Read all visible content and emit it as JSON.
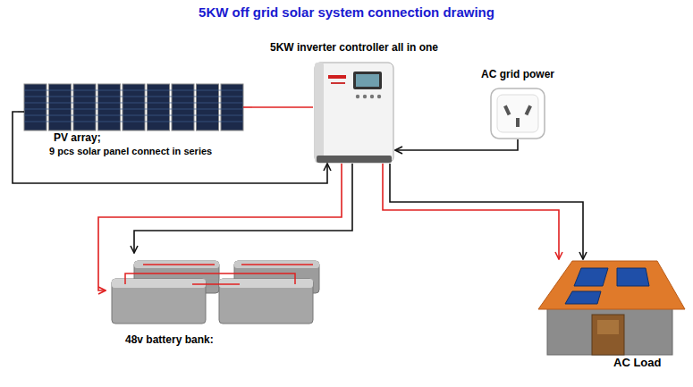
{
  "diagram": {
    "title": "5KW off grid solar system connection drawing",
    "nodes": [
      {
        "text": [
          "PV array;",
          "9 pcs solar panel connect in series"
        ]
      },
      {
        "text": [
          "5KW inverter controller all in one"
        ]
      },
      {
        "text": [
          "AC grid power"
        ]
      },
      {
        "text": [
          "48v battery bank:"
        ]
      },
      {
        "text": [
          "AC Load"
        ]
      }
    ],
    "edges": [
      {
        "from": 0,
        "to": 1,
        "arrow": "none"
      },
      {
        "from": 0,
        "to": 1,
        "arrow": "to"
      },
      {
        "from": 2,
        "to": 1,
        "arrow": "to"
      },
      {
        "from": 1,
        "to": 3,
        "arrow": "to"
      },
      {
        "from": 1,
        "to": 3,
        "arrow": "to"
      },
      {
        "from": 1,
        "to": 4,
        "arrow": "to"
      },
      {
        "from": 1,
        "to": 4,
        "arrow": "to"
      }
    ]
  }
}
